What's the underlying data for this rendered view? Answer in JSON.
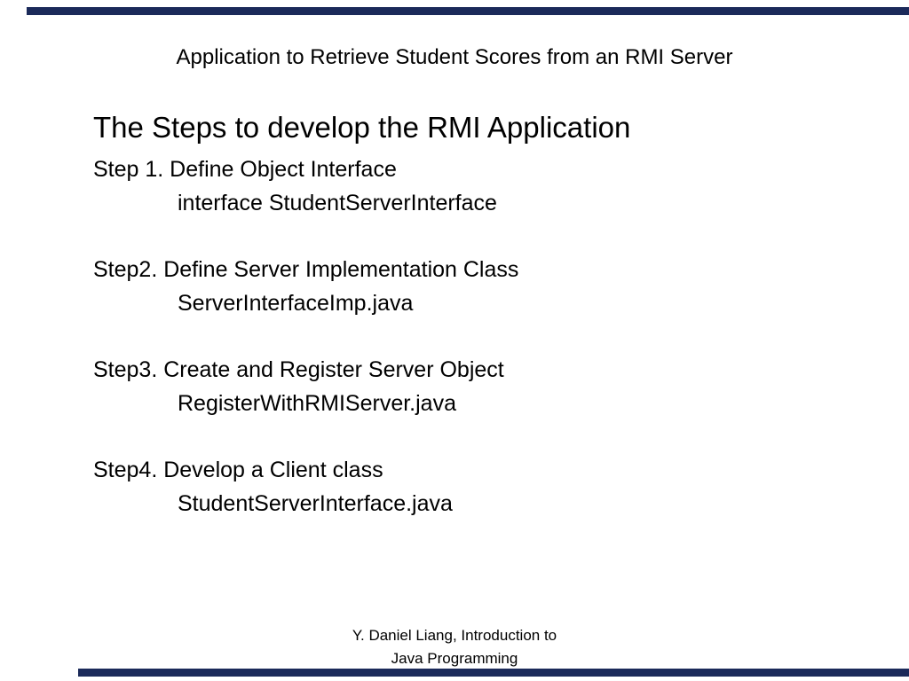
{
  "colors": {
    "border_bar": "#1b2a5a",
    "background": "#ffffff",
    "text": "#000000"
  },
  "slide": {
    "title": "Application to Retrieve Student Scores from an RMI Server",
    "heading": "The Steps to develop the RMI Application",
    "sections": [
      {
        "step": "Step 1. Define Object Interface",
        "detail": "interface StudentServerInterface"
      },
      {
        "step": "Step2. Define Server Implementation Class",
        "detail": "ServerInterfaceImp.java"
      },
      {
        "step": "Step3. Create and Register Server Object",
        "detail": "RegisterWithRMIServer.java"
      },
      {
        "step": "Step4. Develop a Client class",
        "detail": "StudentServerInterface.java"
      }
    ],
    "footer": {
      "line1": "Y. Daniel Liang, Introduction to",
      "line2": "Java Programming"
    }
  }
}
